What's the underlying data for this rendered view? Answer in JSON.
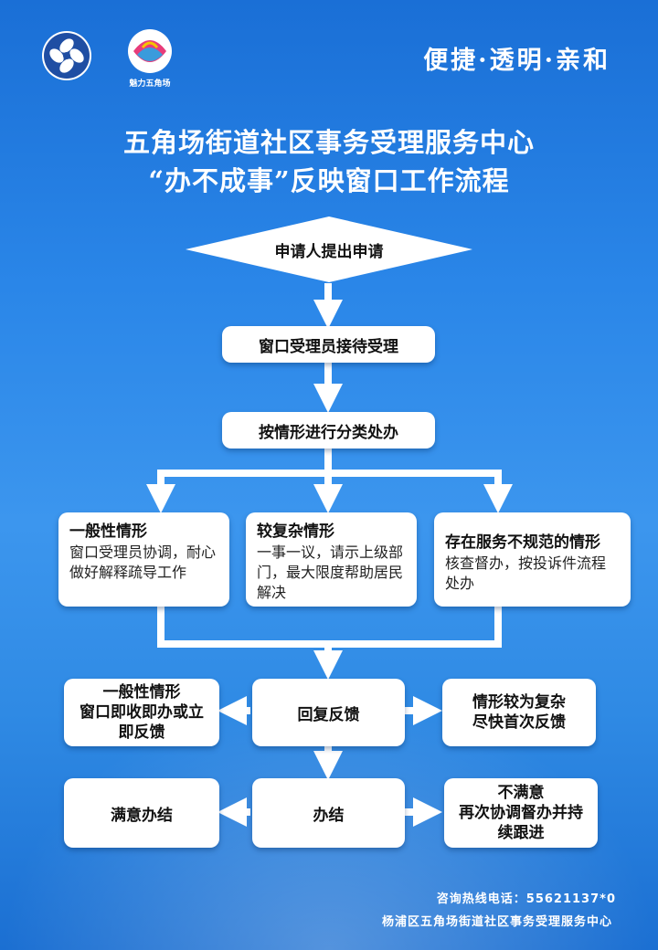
{
  "header": {
    "slogan": "便捷·透明·亲和",
    "logo2_text": "魅力五角场",
    "title_line1": "五角场街道社区事务受理服务中心",
    "title_line2": "“办不成事”反映窗口工作流程"
  },
  "flow": {
    "start": "申请人提出申请",
    "step1": "窗口受理员接待受理",
    "step2": "按情形进行分类处办",
    "cat1_title": "一般性情形",
    "cat1_desc": "窗口受理员协调，耐心做好解释疏导工作",
    "cat2_title": "较复杂情形",
    "cat2_desc": "一事一议，请示上级部门，最大限度帮助居民解决",
    "cat3_title": "存在服务不规范的情形",
    "cat3_desc": "核查督办，按投诉件流程处办",
    "feedback": "回复反馈",
    "left1_line1": "一般性情形",
    "left1_line2": "窗口即收即办或立即反馈",
    "right1_line1": "情形较为复杂",
    "right1_line2": "尽快首次反馈",
    "done": "办结",
    "left2": "满意办结",
    "right2_line1": "不满意",
    "right2_line2": "再次协调督办并持续跟进"
  },
  "footer": {
    "hotline": "咨询热线电话：55621137*0",
    "org": "杨浦区五角场街道社区事务受理服务中心"
  },
  "colors": {
    "background": "#2a86e8",
    "box": "#ffffff",
    "arrow": "#ffffff"
  }
}
